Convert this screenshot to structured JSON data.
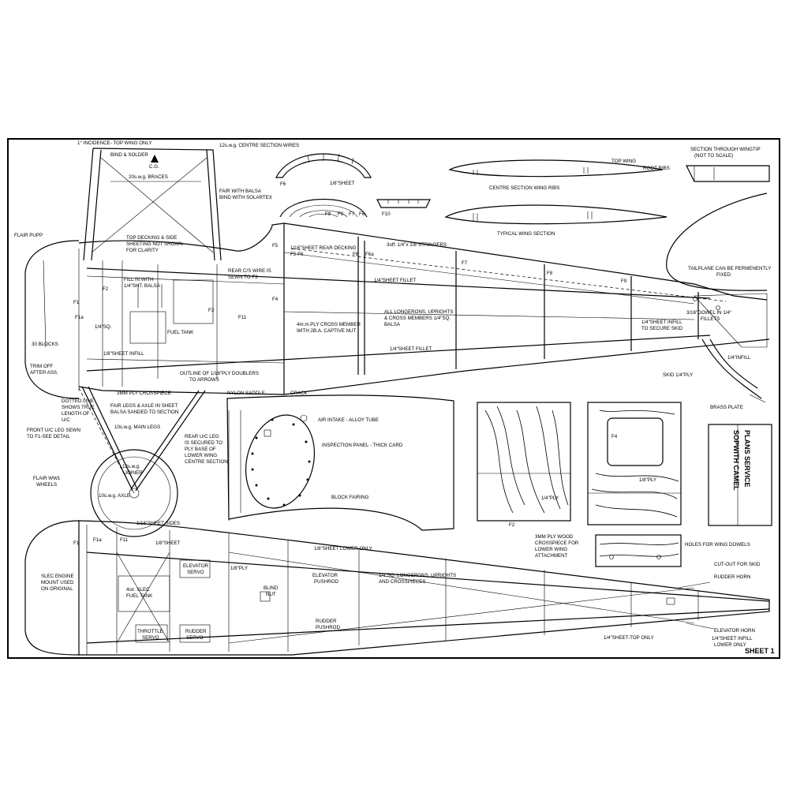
{
  "labels": {
    "incidence": "1° INCIDENCE- TOP WING ONLY",
    "bind_solder": "BIND & SOLDER",
    "cg": "C.G.",
    "braces": "20s.w.g. BRACES",
    "centre_wires": "12s.w.g. CENTRE SECTION WIRES",
    "fair_balsa_1": "FAIR WITH BALSA",
    "fair_balsa_2": "BIND WITH SOLARTEX",
    "f6": "F6",
    "sheet_1_8": "1/8\"SHEET",
    "f9": "F9",
    "f8": "F8",
    "f7": "F7",
    "f6b": "F6",
    "f10": "F10",
    "top_wing": "TOP WING",
    "root_ribs": "ROOT RIBS",
    "centre_ribs": "CENTRE SECTION WING RIBS",
    "typical_wing": "TYPICAL WING SECTION",
    "wingtip_1": "SECTION THROUGH WINGTIP",
    "wingtip_2": "(NOT TO SCALE)",
    "flair_pupp": "FLAIR PUPP",
    "top_decking_1": "TOP DECKING & SIDE",
    "top_decking_2": "SHEETING NOT SHOWN",
    "top_decking_3": "FOR CLARITY",
    "f5": "F5",
    "rear_decking_1": "1/16\"SHEET REAR DECKING",
    "rear_decking_2": "F5-F6",
    "f6_side": "F6",
    "f6a": "F6a",
    "stringers": "3off. 1/4\"x 1/8\"STRINGERS",
    "f7_side": "F7",
    "f8_side": "F8",
    "f9_side": "F9",
    "tailplane_1": "TAILPLANE CAN BE PERMENENTLY",
    "tailplane_2": "FIXED",
    "fill_balsa_1": "FILL IN WITH",
    "fill_balsa_2": "1/4\"SHT. BALSA",
    "f2": "F2",
    "rear_cs_1": "REAR C/S WIRE IS",
    "rear_cs_2": "SEWN TO F3",
    "f4": "F4",
    "fillet_1": "1/4\"SHEET FILLET",
    "f1": "F1",
    "f1a": "F1a",
    "f3": "F3",
    "f11": "F11",
    "sq_1_4": "1/4\"SQ.",
    "fuel_tank": "FUEL TANK",
    "blocks": "30 BLOCKS",
    "cross_member_1": "4m.m.PLY CROSS MEMBER",
    "cross_member_2": "WITH 2B.A. CAPTIVE NUT",
    "longerons_1": "ALL LONGERONS, UPRIGHTS",
    "longerons_2": "& CROSS MEMBERS 1/4\"SQ.",
    "longerons_3": "BALSA",
    "infill_skid_1": "1/4\"SHEET INFILL",
    "infill_skid_2": "TO SECURE SKID",
    "dowel_1": "3/16\"DOWEL IN 1/4\"",
    "dowel_2": "FILLETS",
    "sheet_infill_side": "1/8\"SHEET INFILL",
    "fillet_2": "1/4\"SHEET FILLET",
    "infill_tail": "1/4\"INFILL",
    "trim_off_1": "TRIM OFF",
    "trim_off_2": "AFTER ASS.",
    "doublers_1": "OUTLINE OF 1/16\"PLY DOUBLERS",
    "doublers_2": "TO ARROWS",
    "skid": "SKID 1/4\"PLY",
    "ply_crosspiece": "3MM PLY CROSSPIECE",
    "nylon_saddle": "NYLON SADDLE",
    "crack": "CRACK",
    "brass_plate": "BRASS PLATE",
    "dotted_1": "DOTTED LINE",
    "dotted_2": "SHOWS TRUE",
    "dotted_3": "LENGTH OF",
    "dotted_4": "U/C",
    "fair_legs_1": "FAIR LEGS & AXLE IN SHEET",
    "fair_legs_2": "BALSA SANDED TO SECTION",
    "main_legs": "10s.w.g. MAIN LEGS",
    "front_uc_1": "FRONT U/C LEG SEWN",
    "front_uc_2": "TO F1-SEE DETAIL",
    "rear_uc_1": "REAR U/C LEG",
    "rear_uc_2": "IS SECURED TO",
    "rear_uc_3": "PLY BASE OF",
    "rear_uc_4": "LOWER WING",
    "rear_uc_5": "CENTRE SECTION",
    "joiner_1": "12s.w.g.",
    "joiner_2": "JOINER",
    "axle": "10s.w.g. AXLE",
    "flair_ww1_1": "FLAIR WW1",
    "flair_ww1_2": "WHEELS",
    "air_intake": "AIR INTAKE - ALLOY TUBE",
    "inspection": "INSPECTION PANEL - THICK CARD",
    "block_fairing": "BLOCK FAIRING",
    "ply_1_4": "1/4\"PLY",
    "f2_bottom": "F2",
    "f4_box": "F4",
    "ply_1_8": "1/8\"PLY",
    "crosspiece_lw_1": "3MM PLY WOOD",
    "crosspiece_lw_2": "CROSSPIECE FOR",
    "crosspiece_lw_3": "LOWER WING",
    "crosspiece_lw_4": "ATTACHMENT",
    "dowel_holes": "HOLES FOR WING DOWELS",
    "title_1": "PLANS SERVICE",
    "title_2": "SOPWITH CAMEL",
    "sheet_sides": "1/16\"SHEET SIDES",
    "f1_plan": "F1",
    "f1a_plan": "F1a",
    "f11_plan": "F11",
    "sheet_plan": "1/8\"SHEET",
    "lower_only": "1/8\"SHEET LOWER ONLY",
    "engine_1": "SLEC ENGINE",
    "engine_2": "MOUNT USED",
    "engine_3": "ON ORIGINAL",
    "elevator_servo_1": "ELEVATOR",
    "elevator_servo_2": "SERVO",
    "ply_plan": "1/8\"PLY",
    "blind_nut_1": "BLIND",
    "blind_nut_2": "NUT",
    "elevator_pushrod_1": "ELEVATOR",
    "elevator_pushrod_2": "PUSHROD",
    "longerons_plan_1": "1/4\"SQ. LONGERONS, UPRIGHTS",
    "longerons_plan_2": "AND CROSSPIECES",
    "cutout_skid": "CUT-OUT FOR SKID",
    "rudder_horn": "RUDDER HORN",
    "tank_plan_1": "4oz. SLEC",
    "tank_plan_2": "FUEL TANK",
    "rudder_pushrod_1": "RUDDER",
    "rudder_pushrod_2": "PUSHROD",
    "elevator_horn": "ELEVATOR HORN",
    "throttle_servo_1": "THROTTLE",
    "throttle_servo_2": "SERVO",
    "rudder_servo_1": "RUDDER",
    "rudder_servo_2": "SERVO",
    "top_only": "1/4\"SHEET-TOP ONLY",
    "infill_lower_1": "1/4\"SHEET INFILL",
    "infill_lower_2": "LOWER ONLY",
    "sheet_number": "SHEET 1"
  }
}
